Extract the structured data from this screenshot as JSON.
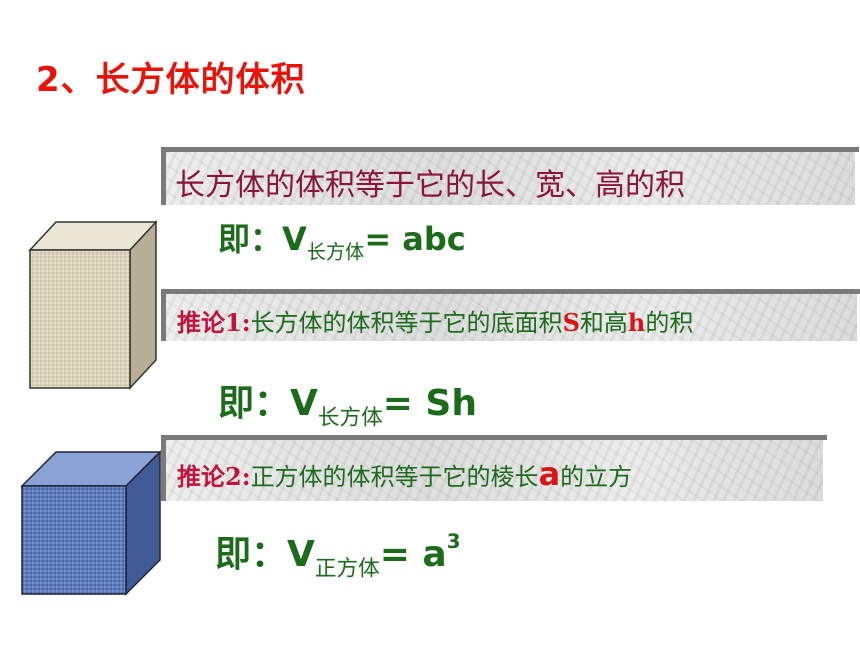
{
  "title": "2、长方体的体积",
  "statement": {
    "text": "长方体的体积等于它的长、宽、高的积"
  },
  "formula1": {
    "ji": "即：",
    "v": "V",
    "sub": "长方体",
    "rhs": "= abc"
  },
  "corollary1": {
    "label": "推论1:",
    "text_a": "长方体的体积等于它的底面积",
    "s": "S",
    "text_b": "和高",
    "h": "h",
    "text_c": "的积"
  },
  "formula2": {
    "ji": "即：",
    "v": "V",
    "sub": "长方体",
    "rhs": "= Sh"
  },
  "corollary2": {
    "label": "推论2:",
    "text_a": "正方体的体积等于它的棱长",
    "a": "a",
    "text_b": "的立方"
  },
  "formula3": {
    "ji": "即：",
    "v": "V",
    "sub": "正方体",
    "rhs": "= a",
    "sup": "3"
  },
  "colors": {
    "title": "#e8140a",
    "statement_text": "#8a1538",
    "formula_text": "#1b6b1b",
    "highlight": "#d81414",
    "cuboid_face": "#dcd3bd",
    "cube_face": "#5a78b8"
  }
}
